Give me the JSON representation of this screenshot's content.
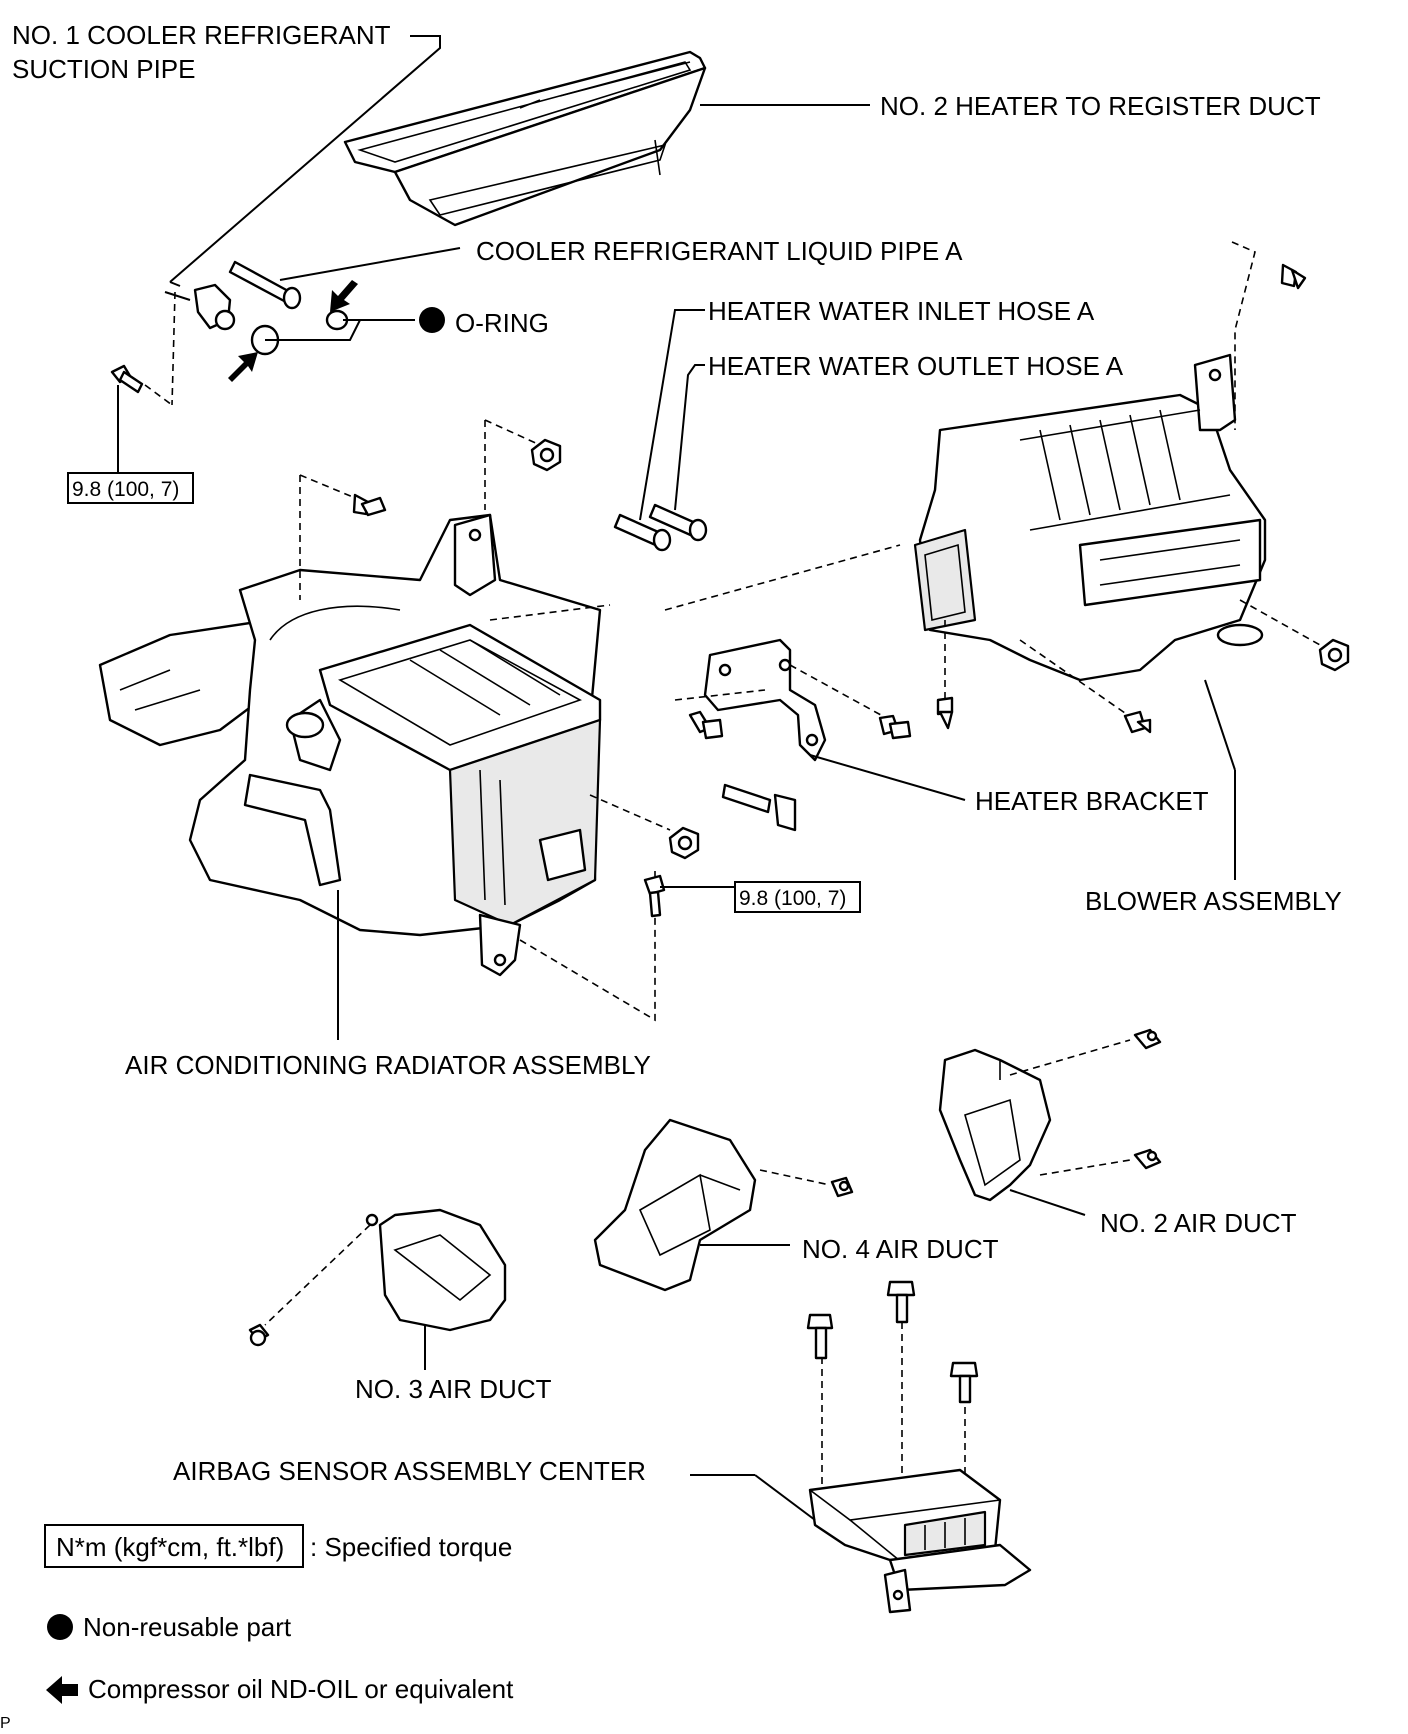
{
  "labels": {
    "no1_cooler_suction_pipe_line1": "NO. 1 COOLER REFRIGERANT",
    "no1_cooler_suction_pipe_line2": "SUCTION PIPE",
    "no2_heater_to_register_duct": "NO. 2 HEATER TO REGISTER DUCT",
    "cooler_liquid_pipe_a": "COOLER REFRIGERANT LIQUID PIPE A",
    "o_ring": "O-RING",
    "heater_water_inlet_hose_a": "HEATER WATER INLET HOSE A",
    "heater_water_outlet_hose_a": "HEATER WATER OUTLET HOSE A",
    "heater_bracket": "HEATER BRACKET",
    "blower_assembly": "BLOWER ASSEMBLY",
    "ac_radiator_assembly": "AIR CONDITIONING RADIATOR ASSEMBLY",
    "no2_air_duct": "NO. 2 AIR DUCT",
    "no4_air_duct": "NO. 4 AIR DUCT",
    "no3_air_duct": "NO. 3 AIR DUCT",
    "airbag_sensor_center": "AIRBAG SENSOR ASSEMBLY CENTER"
  },
  "torque": {
    "bolt_left": "9.8 (100, 7)",
    "bolt_center": "9.8 (100, 7)"
  },
  "legend": {
    "torque_box": "N*m (kgf*cm, ft.*lbf)",
    "torque_text": ": Specified torque",
    "non_reusable": "Non-reusable part",
    "compressor_oil": "Compressor oil ND-OIL or equivalent"
  },
  "corner_mark": "P",
  "icons": {
    "non_reusable": "filled-circle-icon",
    "compressor_oil": "left-arrow-icon"
  }
}
